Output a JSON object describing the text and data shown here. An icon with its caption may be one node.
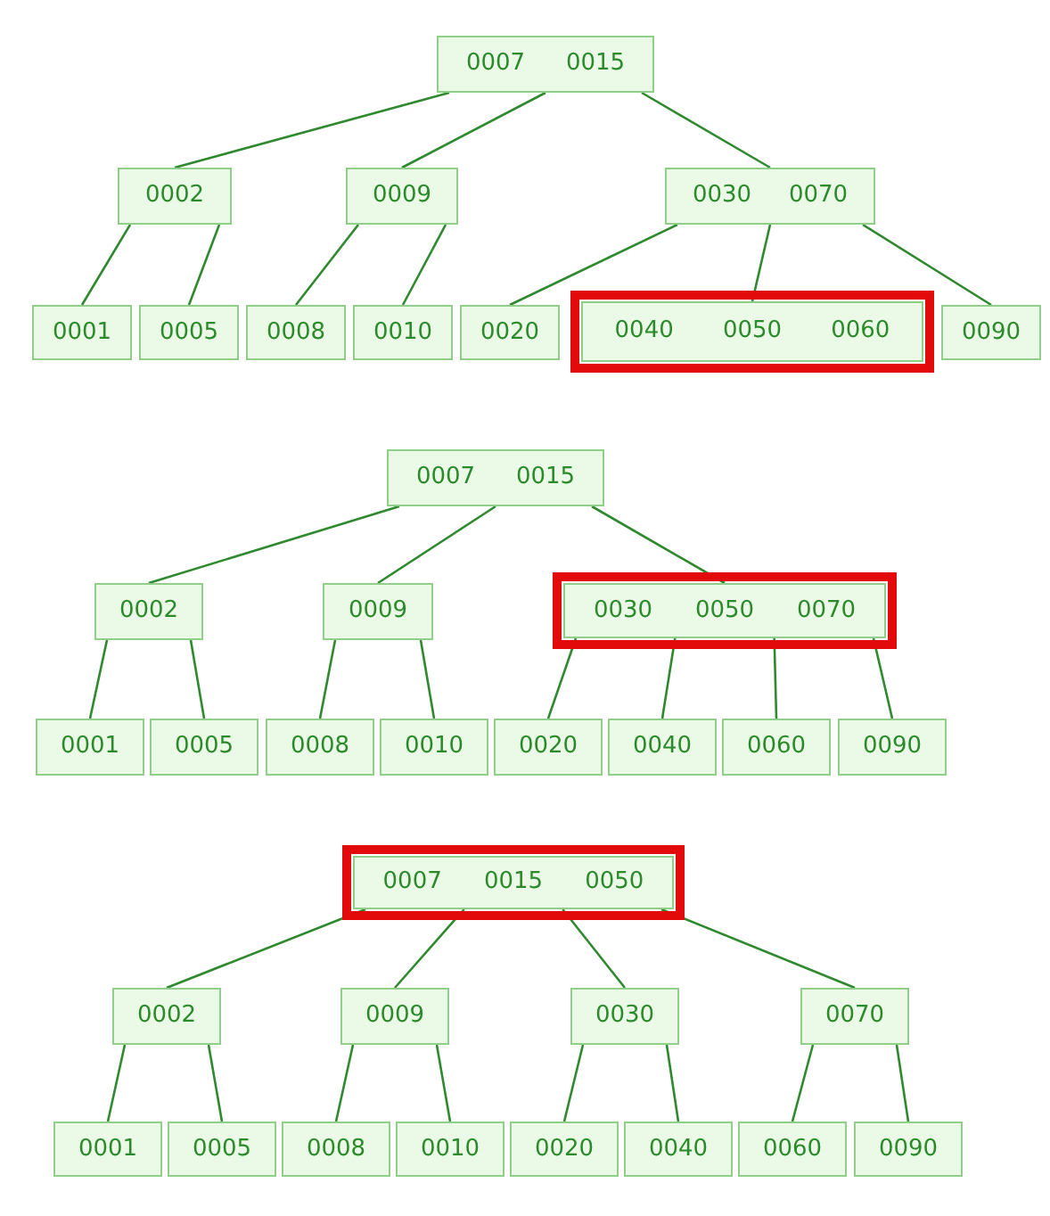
{
  "diagram": {
    "nodes": [
      {
        "text": [
          "0007",
          "0015"
        ]
      },
      {
        "text": [
          "0002"
        ]
      },
      {
        "text": [
          "0009"
        ]
      },
      {
        "text": [
          "0030",
          "0070"
        ]
      },
      {
        "text": [
          "0001"
        ]
      },
      {
        "text": [
          "0005"
        ]
      },
      {
        "text": [
          "0008"
        ]
      },
      {
        "text": [
          "0010"
        ]
      },
      {
        "text": [
          "0020"
        ]
      },
      {
        "text": [],
        "shape": "box"
      },
      {
        "text": [
          "0040",
          "0050",
          "0060"
        ],
        "in": 9
      },
      {
        "text": [
          "0090"
        ]
      },
      {
        "text": [
          "0007",
          "0015"
        ]
      },
      {
        "text": [
          "0002"
        ]
      },
      {
        "text": [
          "0009"
        ]
      },
      {
        "text": [],
        "shape": "box"
      },
      {
        "text": [
          "0030",
          "0050",
          "0070"
        ],
        "in": 15
      },
      {
        "text": [
          "0001"
        ]
      },
      {
        "text": [
          "0005"
        ]
      },
      {
        "text": [
          "0008"
        ]
      },
      {
        "text": [
          "0010"
        ]
      },
      {
        "text": [
          "0020"
        ]
      },
      {
        "text": [
          "0040"
        ]
      },
      {
        "text": [
          "0060"
        ]
      },
      {
        "text": [
          "0090"
        ]
      },
      {
        "text": [],
        "shape": "box"
      },
      {
        "text": [
          "0007",
          "0015",
          "0050"
        ],
        "in": 25
      },
      {
        "text": [
          "0002"
        ]
      },
      {
        "text": [
          "0009"
        ]
      },
      {
        "text": [
          "0030"
        ]
      },
      {
        "text": [
          "0070"
        ]
      },
      {
        "text": [
          "0001"
        ]
      },
      {
        "text": [
          "0005"
        ]
      },
      {
        "text": [
          "0008"
        ]
      },
      {
        "text": [
          "0010"
        ]
      },
      {
        "text": [
          "0020"
        ]
      },
      {
        "text": [
          "0040"
        ]
      },
      {
        "text": [
          "0060"
        ]
      },
      {
        "text": [
          "0090"
        ]
      }
    ],
    "edges": [
      {
        "from": 0,
        "to": 1,
        "arrow": "none"
      },
      {
        "from": 0,
        "to": 2,
        "arrow": "none"
      },
      {
        "from": 0,
        "to": 3,
        "arrow": "none"
      },
      {
        "from": 1,
        "to": 4,
        "arrow": "none"
      },
      {
        "from": 1,
        "to": 5,
        "arrow": "none"
      },
      {
        "from": 2,
        "to": 6,
        "arrow": "none"
      },
      {
        "from": 2,
        "to": 7,
        "arrow": "none"
      },
      {
        "from": 3,
        "to": 8,
        "arrow": "none"
      },
      {
        "from": 3,
        "to": 10,
        "arrow": "none"
      },
      {
        "from": 3,
        "to": 11,
        "arrow": "none"
      },
      {
        "from": 12,
        "to": 13,
        "arrow": "none"
      },
      {
        "from": 12,
        "to": 14,
        "arrow": "none"
      },
      {
        "from": 12,
        "to": 16,
        "arrow": "none"
      },
      {
        "from": 13,
        "to": 17,
        "arrow": "none"
      },
      {
        "from": 13,
        "to": 18,
        "arrow": "none"
      },
      {
        "from": 14,
        "to": 19,
        "arrow": "none"
      },
      {
        "from": 14,
        "to": 20,
        "arrow": "none"
      },
      {
        "from": 16,
        "to": 21,
        "arrow": "none"
      },
      {
        "from": 16,
        "to": 22,
        "arrow": "none"
      },
      {
        "from": 16,
        "to": 23,
        "arrow": "none"
      },
      {
        "from": 16,
        "to": 24,
        "arrow": "none"
      },
      {
        "from": 26,
        "to": 27,
        "arrow": "none"
      },
      {
        "from": 26,
        "to": 28,
        "arrow": "none"
      },
      {
        "from": 26,
        "to": 29,
        "arrow": "none"
      },
      {
        "from": 26,
        "to": 30,
        "arrow": "none"
      },
      {
        "from": 27,
        "to": 31,
        "arrow": "none"
      },
      {
        "from": 27,
        "to": 32,
        "arrow": "none"
      },
      {
        "from": 28,
        "to": 33,
        "arrow": "none"
      },
      {
        "from": 28,
        "to": 34,
        "arrow": "none"
      },
      {
        "from": 29,
        "to": 35,
        "arrow": "none"
      },
      {
        "from": 29,
        "to": 36,
        "arrow": "none"
      },
      {
        "from": 30,
        "to": 37,
        "arrow": "none"
      },
      {
        "from": 30,
        "to": 38,
        "arrow": "none"
      }
    ]
  }
}
